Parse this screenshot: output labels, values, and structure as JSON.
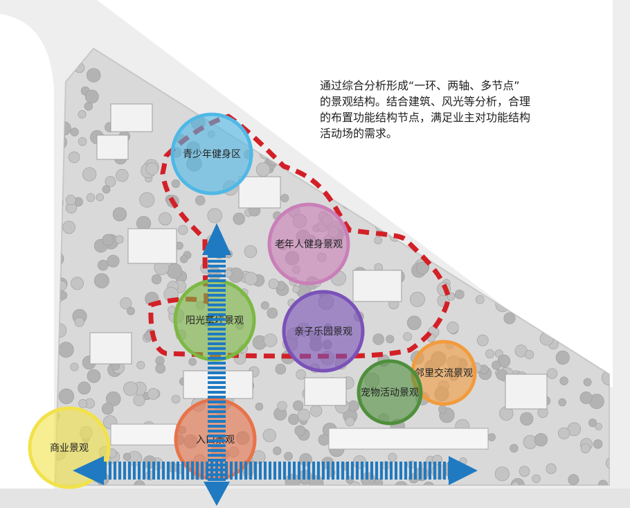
{
  "description": {
    "lines": [
      "通过综合分析形成“一环、两轴、多节点”",
      "的景观结构。结合建筑、风光等分析，合理",
      "的布置功能结构节点，满足业主对功能结构",
      "活动场的需求。"
    ]
  },
  "nodes": [
    {
      "id": "youth-fitness",
      "label": "青少年健身区",
      "color": "#4fb8e6"
    },
    {
      "id": "elderly-fitness",
      "label": "老年人健身景观",
      "color": "#c97fb8"
    },
    {
      "id": "sunny-lawn",
      "label": "阳光草坪景观",
      "color": "#7cb843"
    },
    {
      "id": "parent-child",
      "label": "亲子乐园景观",
      "color": "#7a52b8"
    },
    {
      "id": "neighborhood",
      "label": "邻里交流景观",
      "color": "#f29b3d"
    },
    {
      "id": "pet-activity",
      "label": "宠物活动景观",
      "color": "#4f8f3c"
    },
    {
      "id": "entrance",
      "label": "入口景观",
      "color": "#e8734a"
    },
    {
      "id": "commercial",
      "label": "商业景观",
      "color": "#f2e24a"
    }
  ],
  "colors": {
    "ring": "#d32027",
    "axis": "#1f7ac2",
    "site": "#d9d9d9",
    "tree": "#bdbdbd",
    "background": "#eeeeee"
  }
}
